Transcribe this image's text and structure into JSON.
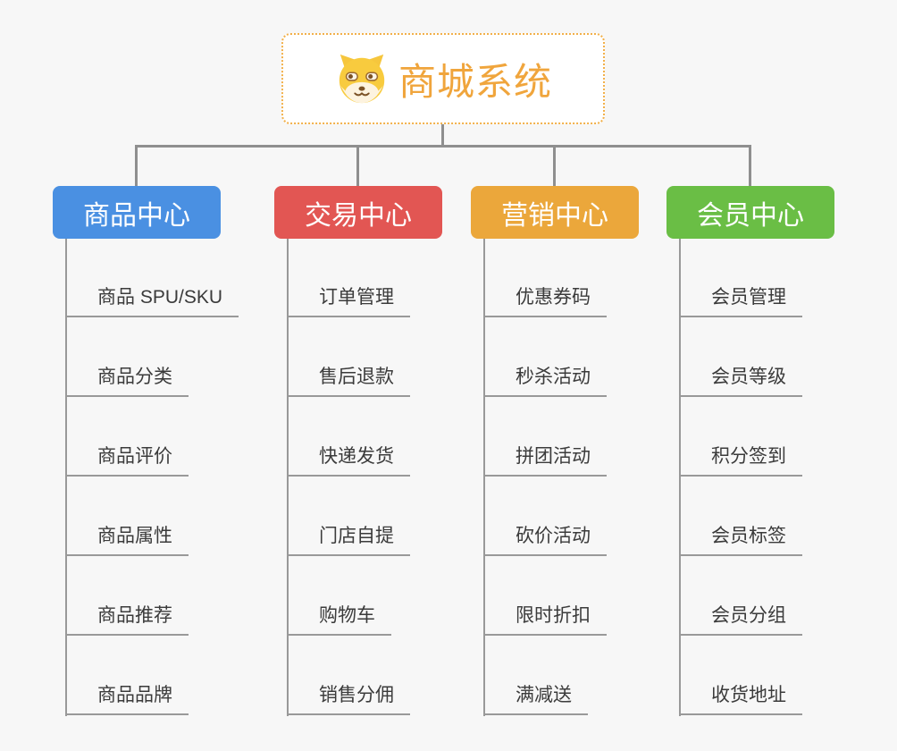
{
  "background_color": "#f7f7f7",
  "connector_color": "#8f8f8f",
  "root": {
    "title": "商城系统",
    "icon": "shiba-dog-icon",
    "title_color": "#f0a53c",
    "border_color": "#f2b04a"
  },
  "branches": [
    {
      "label": "商品中心",
      "color": "#4a90e2",
      "items": [
        "商品 SPU/SKU",
        "商品分类",
        "商品评价",
        "商品属性",
        "商品推荐",
        "商品品牌"
      ]
    },
    {
      "label": "交易中心",
      "color": "#e25653",
      "items": [
        "订单管理",
        "售后退款",
        "快递发货",
        "门店自提",
        "购物车",
        "销售分佣"
      ]
    },
    {
      "label": "营销中心",
      "color": "#eba73b",
      "items": [
        "优惠券码",
        "秒杀活动",
        "拼团活动",
        "砍价活动",
        "限时折扣",
        "满减送"
      ]
    },
    {
      "label": "会员中心",
      "color": "#6abe45",
      "items": [
        "会员管理",
        "会员等级",
        "积分签到",
        "会员标签",
        "会员分组",
        "收货地址"
      ]
    }
  ]
}
